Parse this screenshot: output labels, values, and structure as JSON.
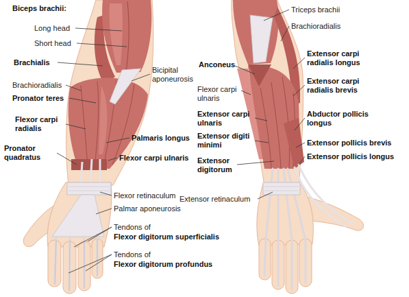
{
  "diagram": {
    "labels": [
      "Biceps brachii:",
      "Long head",
      "Short head",
      "Brachialis",
      "Bicipital aponeurosis",
      "Brachioradialis",
      "Pronator teres",
      "Flexor carpi radialis",
      "Palmaris longus",
      "Pronator quadratus",
      "Flexor carpi ulnaris",
      "Flexor retinaculum",
      "Palmar aponeurosis",
      "Tendons of",
      "Flexor digitorum superficialis",
      "Tendons of",
      "Flexor digitorum profundus",
      "Triceps brachii",
      "Brachioradialis",
      "Anconeus",
      "Extensor carpi radialis longus",
      "Flexor carpi ulnaris",
      "Extensor carpi radialis brevis",
      "Extensor carpi ulnaris",
      "Abductor pollicis longus",
      "Extensor digiti minimi",
      "Extensor pollicis brevis",
      "Extensor digitorum",
      "Extensor pollicis longus",
      "Extensor retinaculum"
    ]
  }
}
